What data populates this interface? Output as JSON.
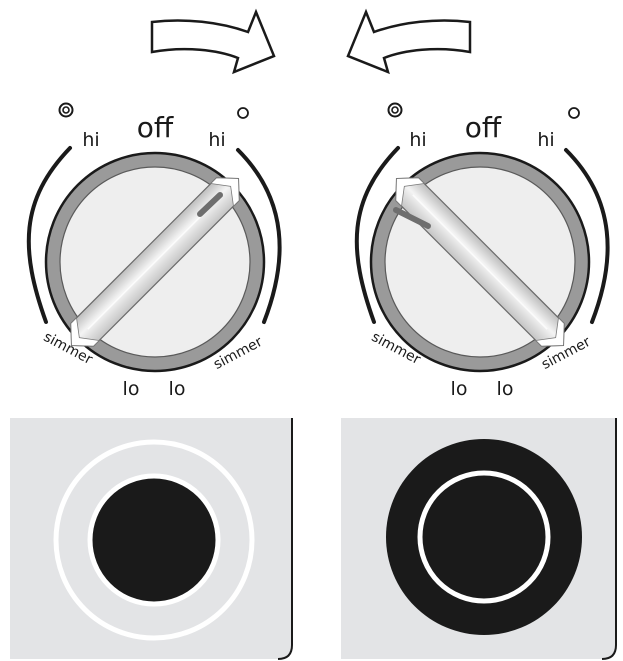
{
  "colors": {
    "ink": "#1a1a1a",
    "panel": "#e3e4e6",
    "ring_outer": "#9a9a9a",
    "dial_face": "#eeeeee",
    "handle_light": "#f2f2f2",
    "handle_dark": "#bdbdbd",
    "indicator": "#6e6e6e"
  },
  "icons": {
    "arrow_left_knob": "curved-arrow-clockwise",
    "arrow_right_knob": "curved-arrow-counterclockwise",
    "dual_zone": "double-circle-symbol",
    "single_zone": "single-circle-symbol"
  },
  "knobs": [
    {
      "id": "left",
      "labels": {
        "off": "off",
        "hi_left": "hi",
        "hi_right": "hi",
        "simmer_left": "simmer",
        "simmer_right": "simmer",
        "lo_left": "lo",
        "lo_right": "lo"
      },
      "selected_setting": "hi (dual zone)"
    },
    {
      "id": "right",
      "labels": {
        "off": "off",
        "hi_left": "hi",
        "hi_right": "hi",
        "simmer_left": "simmer",
        "simmer_right": "simmer",
        "lo_left": "lo",
        "lo_right": "lo"
      },
      "selected_setting": "hi (single zone)"
    }
  ],
  "burners": [
    {
      "id": "left",
      "state": "inner element heating, outer ring off"
    },
    {
      "id": "right",
      "state": "inner and outer elements heating"
    }
  ]
}
